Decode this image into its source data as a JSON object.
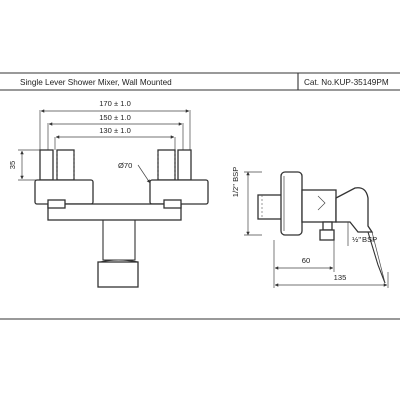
{
  "header": {
    "title": "Single Lever Shower Mixer, Wall Mounted",
    "catalog": "Cat. No.KUP-35149PM"
  },
  "front_view": {
    "dim_170": "170 ± 1.0",
    "dim_150": "150 ± 1.0",
    "dim_130": "130 ± 1.0",
    "dim_35": "35",
    "dim_dia": "Ø70"
  },
  "side_view": {
    "bsp_vertical": "1/2\" BSP",
    "bsp_outlet_half": "½\"",
    "bsp_outlet_label": "BSP",
    "dim_60": "60",
    "dim_135": "135"
  },
  "colors": {
    "line": "#333333",
    "background": "#ffffff"
  }
}
